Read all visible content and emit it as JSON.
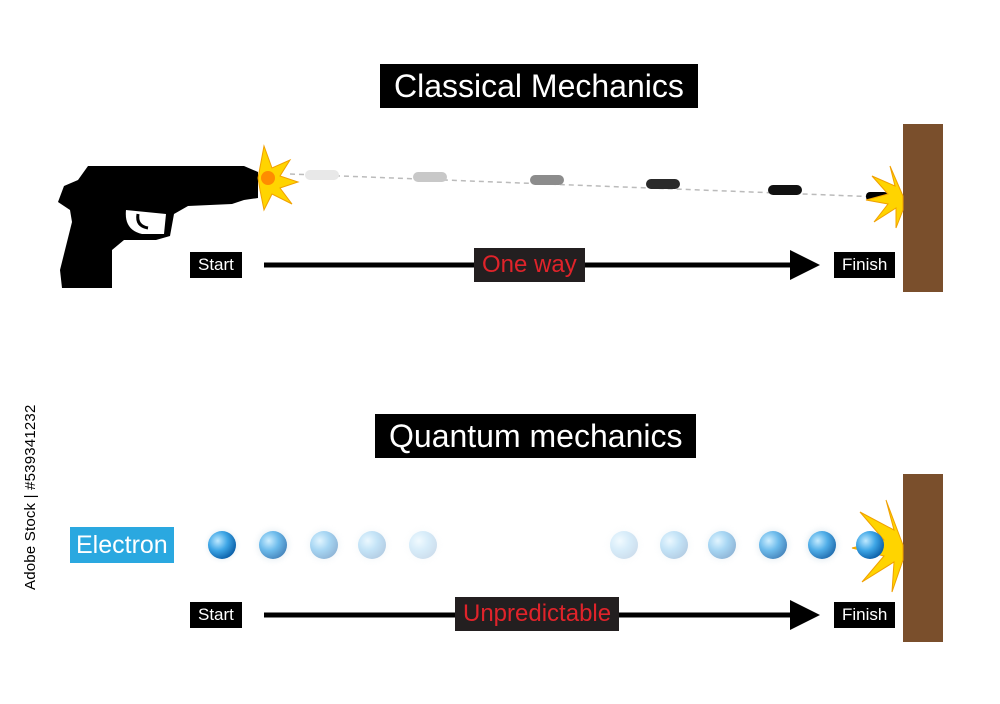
{
  "classical": {
    "title": "Classical Mechanics",
    "start": "Start",
    "finish": "Finish",
    "path_label": "One way"
  },
  "quantum": {
    "title": "Quantum mechanics",
    "start": "Start",
    "finish": "Finish",
    "path_label": "Unpredictable",
    "particle_label": "Electron"
  },
  "stock_id": "Adobe Stock | #539341232",
  "colors": {
    "title_bg": "#000000",
    "label_red": "#e0232a",
    "electron_blue": "#2aa8e0",
    "wall_brown": "#7a4f2c",
    "spark_yellow": "#ffd400"
  },
  "icons": [
    "pistol-icon",
    "muzzle-flash-icon",
    "bullet-icon",
    "impact-spark-icon",
    "electron-sphere-icon",
    "arrow-icon"
  ]
}
